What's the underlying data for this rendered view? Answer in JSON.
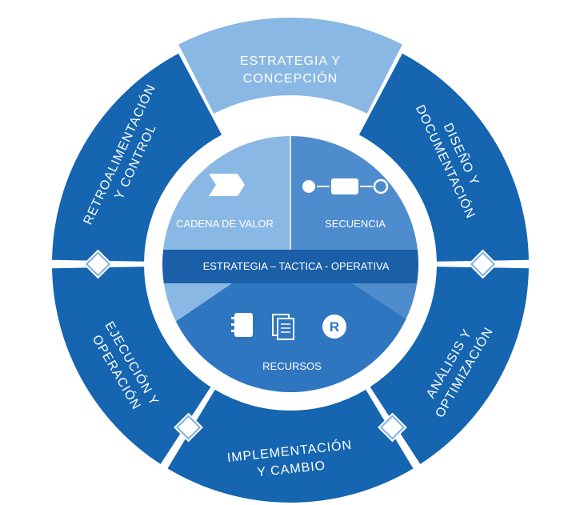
{
  "colors": {
    "dark": "#1565b0",
    "mid": "#3f82c8",
    "light": "#8ab8e4",
    "band": "#1a5fa8",
    "white": "#ffffff"
  },
  "segments": [
    {
      "key": "strategy",
      "lines": [
        "ESTRATEGIA Y",
        "CONCEPCIÓN"
      ],
      "color": "light",
      "rot": 0
    },
    {
      "key": "design",
      "lines": [
        "DISEÑO Y",
        "DOCUMENTACIÓN"
      ],
      "color": "dark",
      "rot": 65
    },
    {
      "key": "analysis",
      "lines": [
        "ANÁLISIS Y",
        "OPTIMIZACIÓN"
      ],
      "color": "dark",
      "rot": -60
    },
    {
      "key": "implementation",
      "lines": [
        "IMPLEMENTACIÓN",
        "Y CAMBIO"
      ],
      "color": "dark",
      "rot": -6
    },
    {
      "key": "execution",
      "lines": [
        "EJECUCIÓN Y",
        "OPERACIÓN"
      ],
      "color": "dark",
      "rot": 60
    },
    {
      "key": "feedback",
      "lines": [
        "RETROALIMENTACIÓN",
        "Y CONTROL"
      ],
      "color": "dark",
      "rot": -65
    }
  ],
  "center": {
    "value_chain": "CADENA DE VALOR",
    "sequence": "SECUENCIA",
    "band": "ESTRATEGIA – TACTICA - OPERATIVA",
    "resources": "RECURSOS",
    "r_letter": "R"
  },
  "icons": [
    "value-chain-icon",
    "sequence-icon",
    "notebook-icon",
    "documents-icon",
    "registered-icon"
  ]
}
